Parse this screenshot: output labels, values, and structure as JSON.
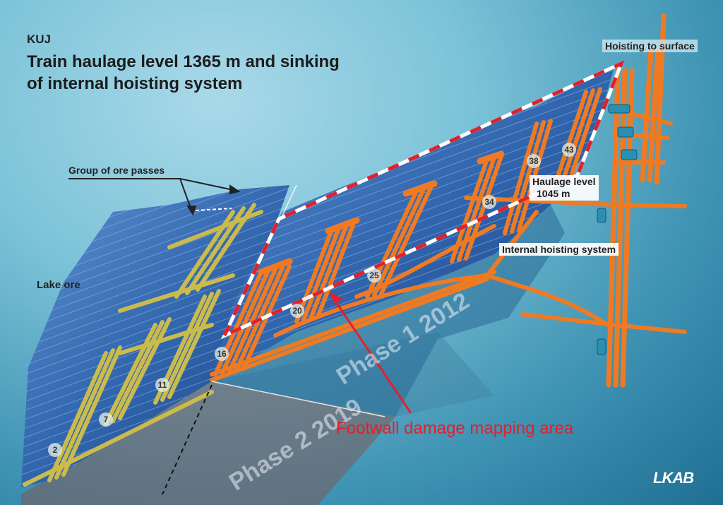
{
  "header": {
    "company_code": "KUJ",
    "title_line1": "Train haulage level 1365 m and sinking",
    "title_line2": "of internal hoisting system"
  },
  "labels": {
    "group_of_ore_passes": "Group of ore passes",
    "lake_ore": "Lake ore",
    "hoisting_to_surface": "Hoisting to surface",
    "haulage_level_line1": "Haulage level",
    "haulage_level_line2": "1045 m",
    "internal_hoisting_system": "Internal hoisting system",
    "footwall_damage_area": "Footwall damage mapping area",
    "phase1": "Phase 1 2012",
    "phase2": "Phase 2 2019",
    "logo": "LKAB"
  },
  "block_numbers": [
    "2",
    "7",
    "11",
    "16",
    "20",
    "25",
    "34",
    "38",
    "43"
  ],
  "colors": {
    "orebody": "#2d5fa8",
    "orebody_dark": "#1d3f85",
    "ore_pass_new": "#f07a22",
    "ore_pass_old": "#c9b94f",
    "mapping_box": "#ffffff",
    "mapping_box_dash": "#e3202a",
    "footwall_text": "#e3202a"
  }
}
